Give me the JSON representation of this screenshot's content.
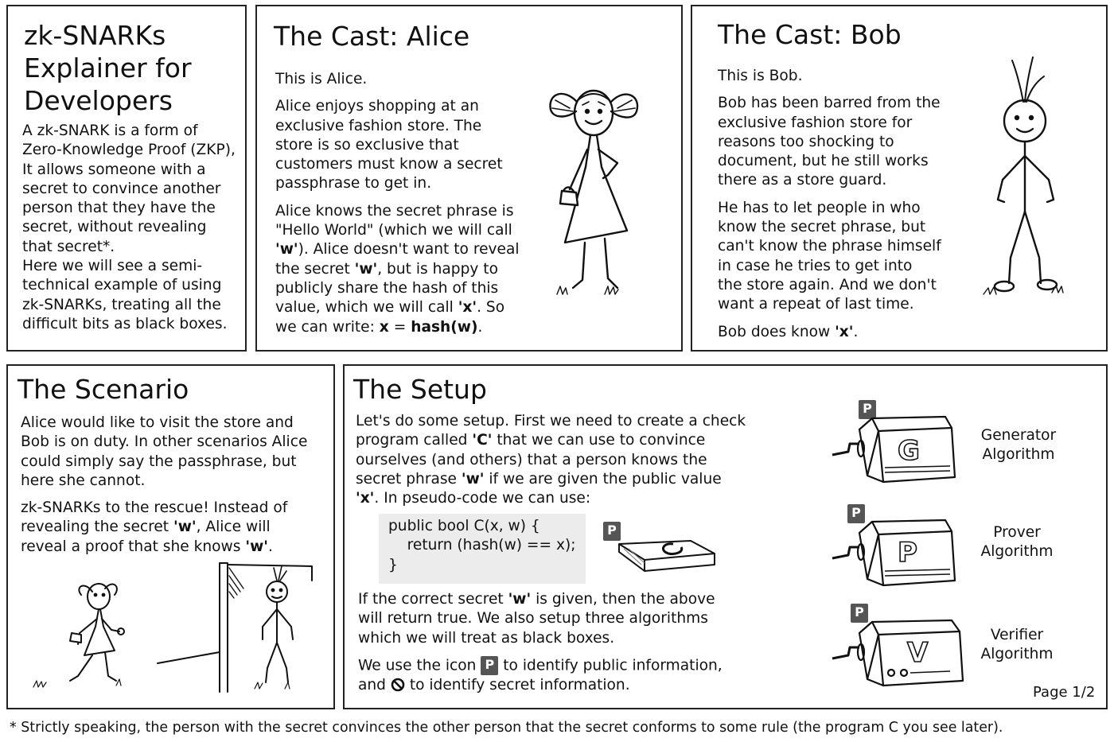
{
  "intro": {
    "title_lines": [
      "zk-SNARKs",
      "Explainer for",
      "Developers"
    ],
    "body_lines": [
      "A zk-SNARK is a form of",
      "Zero-Knowledge Proof (ZKP),",
      "It allows someone with a",
      "secret to convince another",
      "person that they have the",
      "secret, without revealing",
      "that secret*.",
      "Here we will see a semi-",
      "technical example of using",
      "zk-SNARKs, treating all the",
      "difficult bits as black boxes."
    ]
  },
  "alice": {
    "title": "The Cast: Alice",
    "p1": "This is Alice.",
    "p2_lines": [
      "Alice enjoys shopping at an",
      "exclusive fashion store. The",
      "store is so exclusive that",
      "customers must know a secret",
      "passphrase to get in."
    ],
    "p3": {
      "l1": "Alice knows the secret phrase is",
      "l2": "\"Hello World\" (which we will call",
      "w_quote": "'w'",
      "l3_rest": "). Alice doesn't want to reveal",
      "l4_a": "the secret ",
      "l4_rest": ", but is happy to",
      "l5": "publicly share the hash of this",
      "l6_a": "value, which we will call ",
      "x_quote": "'x'",
      "l6_rest": ". So",
      "l7_a": "we can write: ",
      "eq_x": "x",
      "eq_op": " = ",
      "eq_hash": "hash(w)",
      "l7_end": "."
    }
  },
  "bob": {
    "title": "The Cast: Bob",
    "p1": "This is Bob.",
    "p2_lines": [
      "Bob has been barred from the",
      "exclusive fashion store for",
      "reasons too shocking to",
      "document, but he still works",
      "there as a store guard."
    ],
    "p3_lines": [
      "He has to let people in who",
      "know the secret phrase, but",
      "can't know the phrase himself",
      "in case he tries to get into",
      "the store again. And we don't",
      "want a repeat of last time."
    ],
    "p4_a": "Bob does know ",
    "p4_x": "'x'",
    "p4_end": "."
  },
  "scenario": {
    "title": "The Scenario",
    "p1_lines": [
      "Alice would like to visit the store and",
      "Bob is on duty. In other scenarios Alice",
      "could simply say the passphrase, but",
      "here she cannot."
    ],
    "p2_l1": "zk-SNARKs to the rescue! Instead of",
    "p2_l2_a": "revealing the secret ",
    "p2_w": "'w'",
    "p2_l2_rest": ", Alice will",
    "p2_l3_a": "reveal a proof that she knows ",
    "p2_w2": "'w'",
    "p2_l3_end": "."
  },
  "setup": {
    "title": "The Setup",
    "p1_l1": "Let's do some setup. First we need to create a check",
    "p1_l2_a": "program called ",
    "p1_c": "'C'",
    "p1_l2_rest": " that we can use to convince",
    "p1_l3": "ourselves (and others) that a person knows the",
    "p1_l4_a": "secret phrase ",
    "p1_w": "'w'",
    "p1_l4_rest": " if we are given the public value",
    "p1_x": "'x'",
    "p1_l5_rest": ". In pseudo-code we can use:",
    "code_lines": [
      "public bool C(x, w) {",
      "    return (hash(w) == x);",
      "}"
    ],
    "p2_l1_a": "If the correct secret ",
    "p2_w": "'w'",
    "p2_l1_rest": " is given, then the above",
    "p2_l2": "will return true. We also setup three algorithms",
    "p2_l3": "which we will treat as black boxes.",
    "p3_l1_a": "We use the icon ",
    "p3_l1_rest": " to identify public information,",
    "p3_l2_a": "and ",
    "p3_l2_rest": " to identify secret information.",
    "public_icon_letter": "P",
    "box_c_letter": "C",
    "algorithms": [
      {
        "letter": "G",
        "label_l1": "Generator",
        "label_l2": "Algorithm"
      },
      {
        "letter": "P",
        "label_l1": "Prover",
        "label_l2": "Algorithm"
      },
      {
        "letter": "V",
        "label_l1": "Verifier",
        "label_l2": "Algorithm"
      }
    ],
    "page": "Page 1/2"
  },
  "footnote": "* Strictly speaking, the person with the secret convinces the other person that the secret conforms to some rule (the program C you see later).",
  "colors": {
    "ink": "#111111",
    "icon_bg": "#555555",
    "code_bg": "#ececec"
  }
}
